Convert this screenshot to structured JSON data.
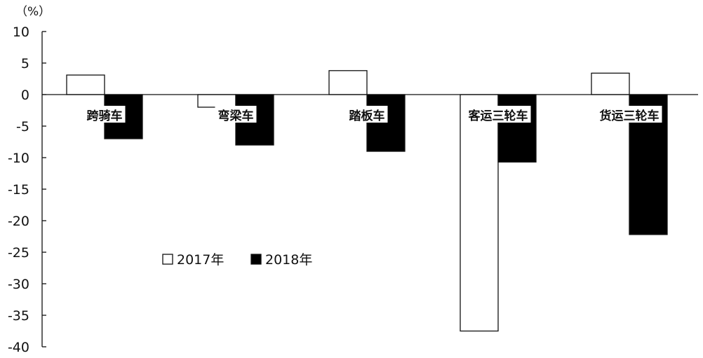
{
  "chart_data": {
    "type": "bar",
    "unit_label": "（%）",
    "categories": [
      "跨骑车",
      "弯梁车",
      "踏板车",
      "客运三轮车",
      "货运三轮车"
    ],
    "series": [
      {
        "name": "2017年",
        "values": [
          3.1,
          -2.0,
          3.8,
          -37.5,
          3.4
        ],
        "color": "#ffffff"
      },
      {
        "name": "2018年",
        "values": [
          -7.0,
          -8.0,
          -9.0,
          -10.7,
          -22.2
        ],
        "color": "#000000"
      }
    ],
    "ylim": [
      -40,
      10
    ],
    "yticks": [
      10,
      5,
      0,
      -5,
      -10,
      -15,
      -20,
      -25,
      -30,
      -35,
      -40
    ],
    "legend_position": "center-left",
    "grid": false
  }
}
